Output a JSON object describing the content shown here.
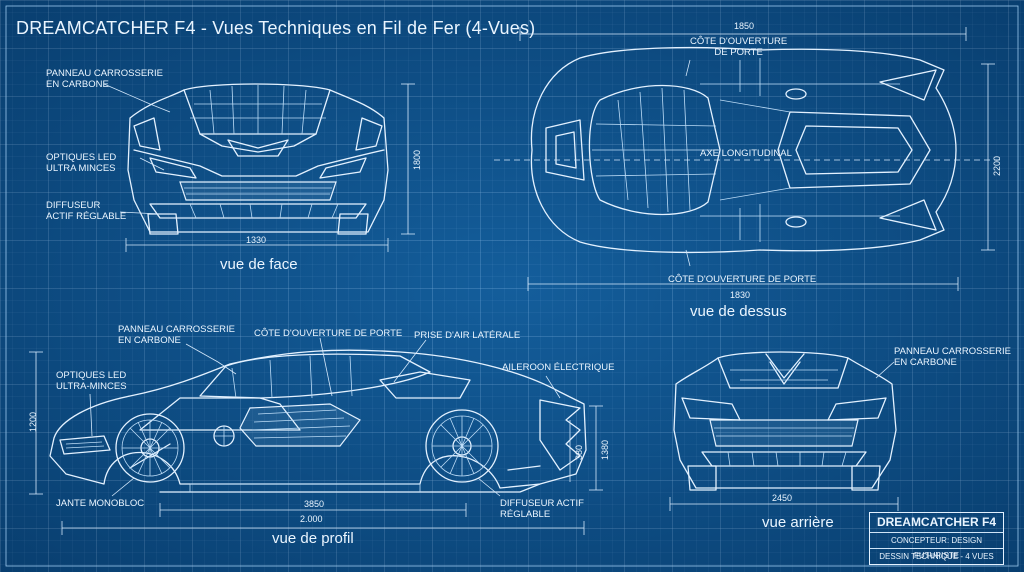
{
  "title": "DREAMCATCHER F4 - Vues Techniques en Fil de Fer (4-Vues)",
  "views": {
    "front": {
      "label": "vue de face",
      "annotations": [
        "PANNEAU CARROSSERIE\nEN CARBONE",
        "OPTIQUES LED\nULTRA MINCES",
        "DIFFUSEUR\nACTIF RÉGLABLE"
      ],
      "dim_width": "1330",
      "dim_height": "1800"
    },
    "top": {
      "label": "vue de dessus",
      "annotations": [
        "CÔTE D'OUVERTURE\nDE PORTE",
        "AXE LONGITUDINAL",
        "CÔTE D'OUVERTURE DE PORTE"
      ],
      "dim_top": "1850",
      "dim_bottom": "1830",
      "dim_height": "2200"
    },
    "side": {
      "label": "vue de profil",
      "annotations": [
        "PANNEAU CARROSSERIE\nEN CARBONE",
        "CÔTE D'OUVERTURE DE PORTE",
        "PRISE D'AIR LATÉRALE",
        "AILEROON ÉLECTRIQUE",
        "OPTIQUES LED\nULTRA-MINCES",
        "JANTE MONOBLOC",
        "DIFFUSEUR ACTIF\nRÉGLABLE"
      ],
      "dim_left": "1200",
      "dim_right": "1380",
      "dim_inner": "380",
      "dim_wheelbase": "3850",
      "dim_total": "2.000"
    },
    "rear": {
      "label": "vue arrière",
      "annotations": [
        "PANNEAU CARROSSERIE\nEN CARBONE"
      ],
      "dim_width": "2450"
    }
  },
  "title_block": {
    "name": "DREAMCATCHER F4",
    "designer": "CONCEPTEUR: DESIGN FUTURISTE",
    "sheet": "DESSIN TECHNIQUE - 4 VUES"
  }
}
